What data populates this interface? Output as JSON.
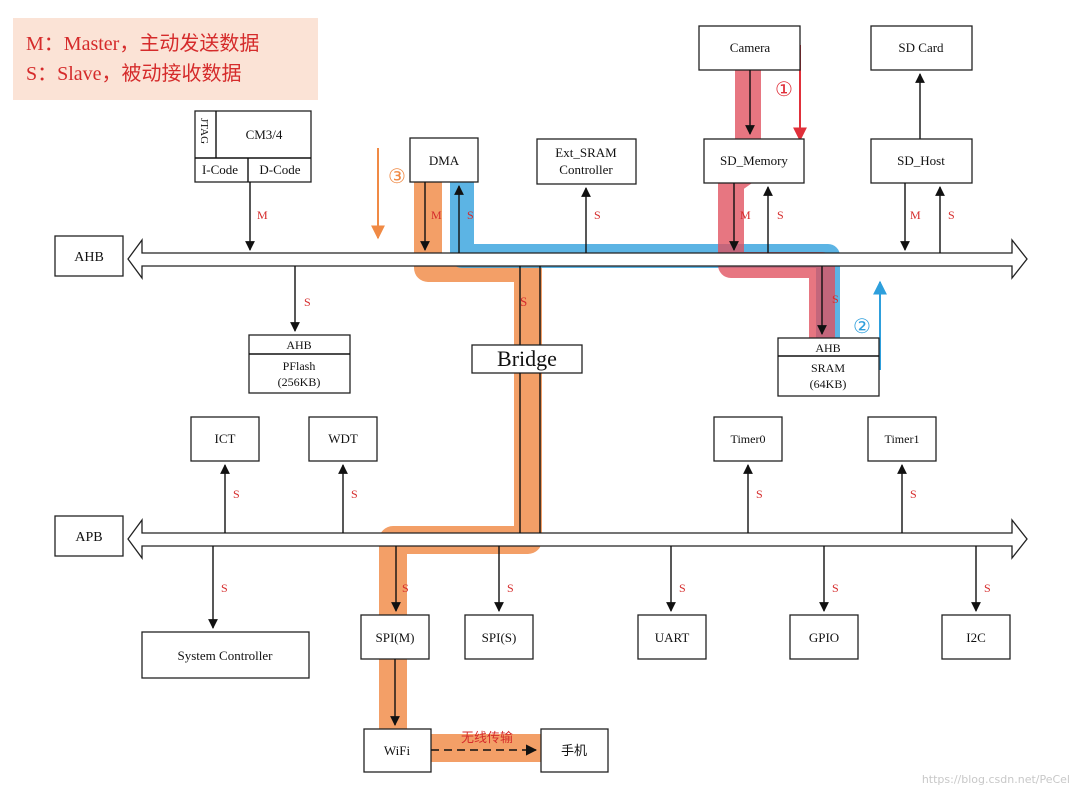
{
  "legend": {
    "line1": "M：Master，主动发送数据",
    "line2": "S：Slave，被动接收数据"
  },
  "buses": {
    "ahb": "AHB",
    "apb": "APB"
  },
  "cpu": {
    "name": "CM3/4",
    "jtag": "JTAG",
    "icode": "I-Code",
    "dcode": "D-Code"
  },
  "blocks": {
    "dma": "DMA",
    "ext_sram_1": "Ext_SRAM",
    "ext_sram_2": "Controller",
    "camera": "Camera",
    "sd_memory": "SD_Memory",
    "sd_card": "SD Card",
    "sd_host": "SD_Host",
    "pflash_1": "AHB",
    "pflash_2": "PFlash",
    "pflash_3": "(256KB)",
    "bridge": "Bridge",
    "sram_1": "AHB",
    "sram_2": "SRAM",
    "sram_3": "(64KB)",
    "ict": "ICT",
    "wdt": "WDT",
    "timer0": "Timer0",
    "timer1": "Timer1",
    "system_controller": "System Controller",
    "spi_m": "SPI(M)",
    "spi_s": "SPI(S)",
    "uart": "UART",
    "gpio": "GPIO",
    "i2c": "I2C",
    "wifi": "WiFi",
    "phone": "手机"
  },
  "labels": {
    "m": "M",
    "s": "S",
    "wireless": "无线传输"
  },
  "paths": {
    "step1": "①",
    "step2": "②",
    "step3": "③"
  },
  "colors": {
    "path1": "#e0505e",
    "path2": "#2e9fdc",
    "path3": "#f08a45",
    "label_red": "#d52b2b",
    "legend_bg": "#fbe3d6"
  },
  "watermark": "https://blog.csdn.net/PeCel"
}
